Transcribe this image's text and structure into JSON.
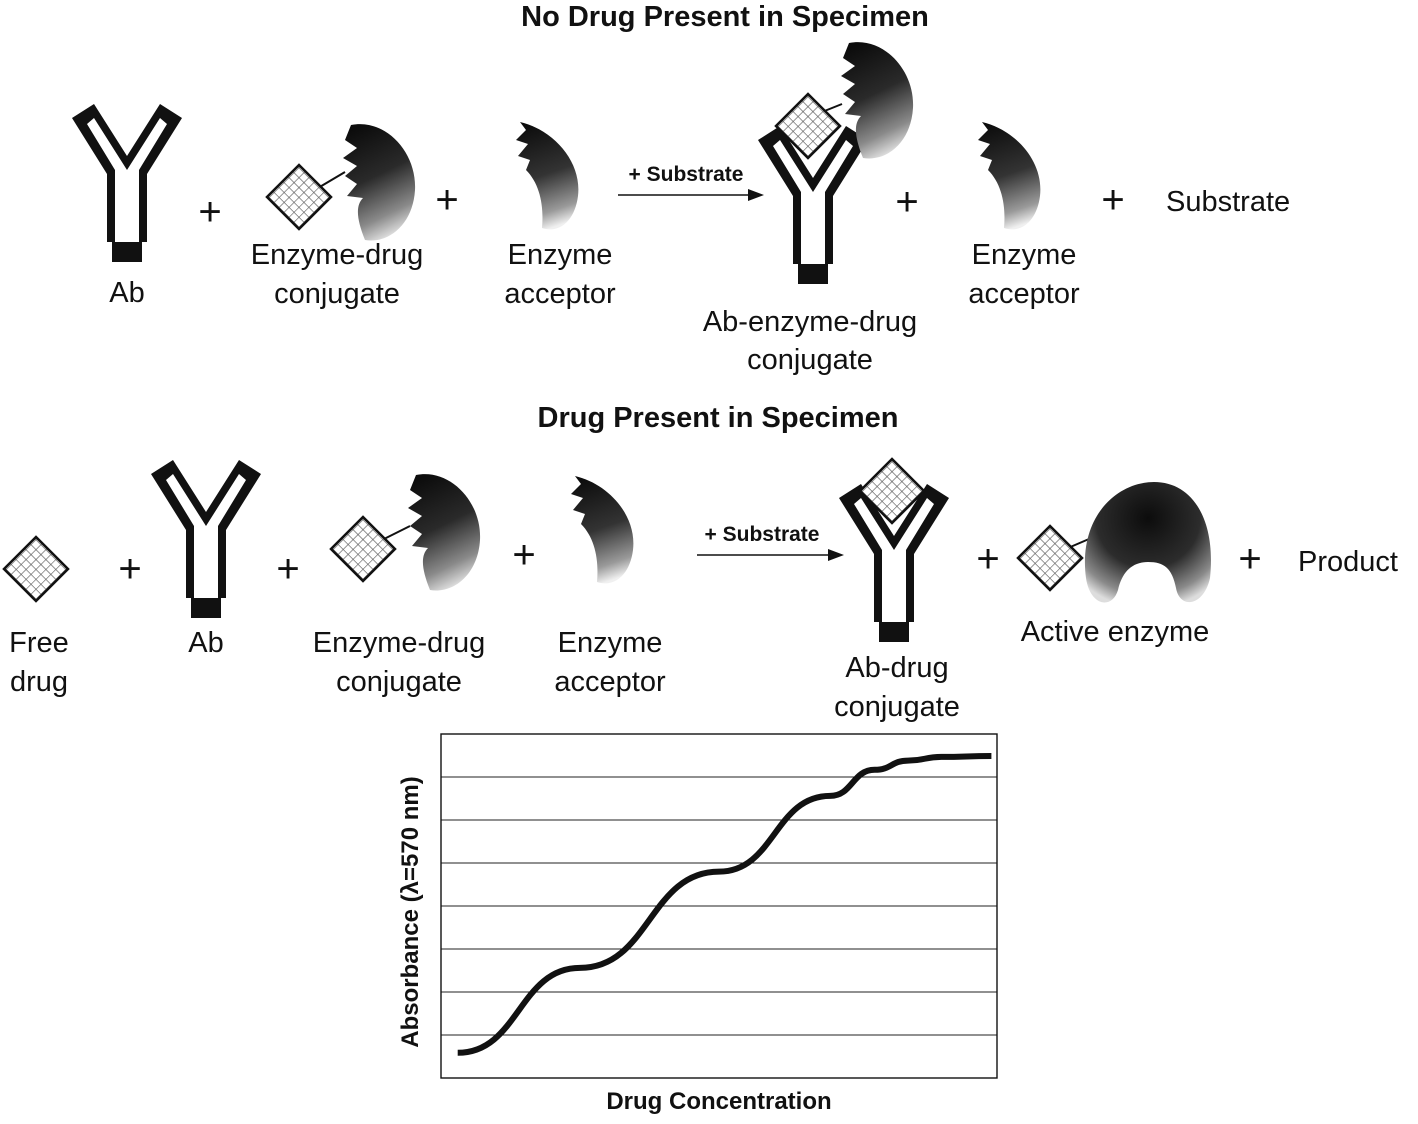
{
  "section1": {
    "title": "No Drug Present in Specimen",
    "operators": [
      "+",
      "+",
      "+",
      "+"
    ],
    "arrow_label": "+ Substrate",
    "labels": {
      "ab": "Ab",
      "conj_l1": "Enzyme-drug",
      "conj_l2": "conjugate",
      "acc_l1": "Enzyme",
      "acc_l2": "acceptor",
      "complex_l1": "Ab-enzyme-drug",
      "complex_l2": "conjugate",
      "acc2_l1": "Enzyme",
      "acc2_l2": "acceptor",
      "substrate": "Substrate"
    }
  },
  "section2": {
    "title": "Drug Present in Specimen",
    "operators": [
      "+",
      "+",
      "+",
      "+",
      "+"
    ],
    "arrow_label": "+ Substrate",
    "labels": {
      "free_l1": "Free",
      "free_l2": "drug",
      "ab": "Ab",
      "conj_l1": "Enzyme-drug",
      "conj_l2": "conjugate",
      "acc_l1": "Enzyme",
      "acc_l2": "acceptor",
      "abdrug_l1": "Ab-drug",
      "abdrug_l2": "conjugate",
      "active": "Active enzyme",
      "product": "Product"
    }
  },
  "chart_data": {
    "type": "line",
    "title": "",
    "xlabel": "Drug Concentration",
    "ylabel": "Absorbance (λ=570 nm)",
    "xlim": [
      0,
      1
    ],
    "ylim": [
      0,
      7.5
    ],
    "grid": true,
    "series": [
      {
        "x": [
          0.03,
          0.25,
          0.5,
          0.7,
          0.78,
          0.84,
          0.9,
          0.99
        ],
        "values": [
          0.55,
          2.4,
          4.5,
          6.15,
          6.72,
          6.92,
          7.0,
          7.02
        ]
      }
    ]
  }
}
